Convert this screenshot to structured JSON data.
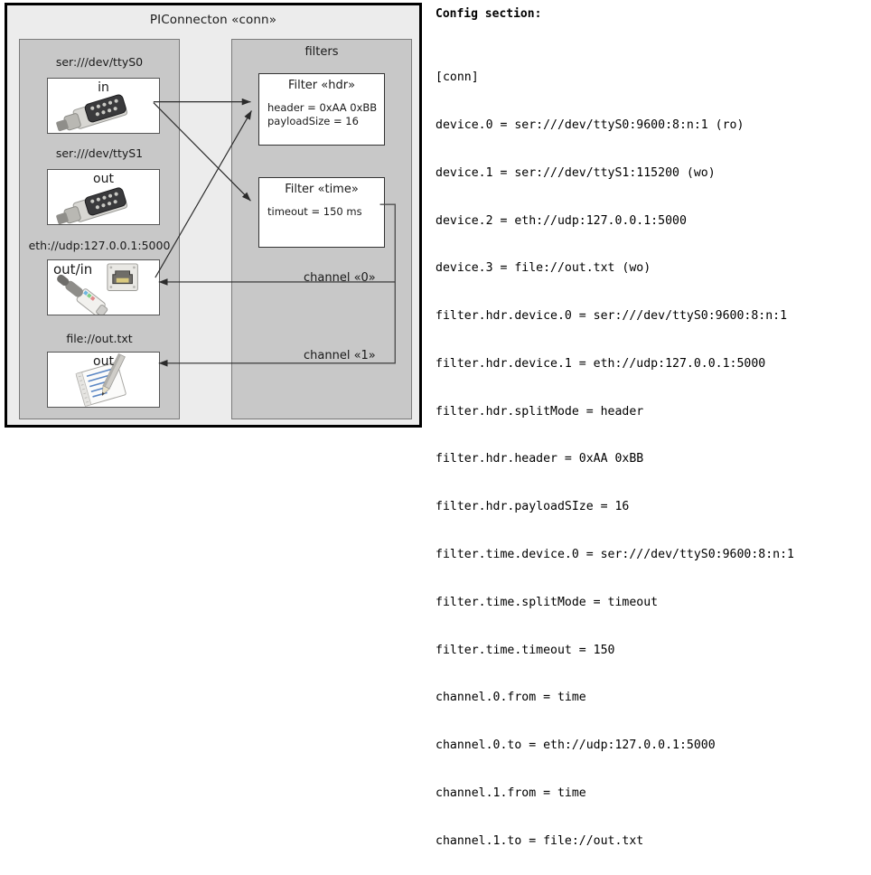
{
  "diagram": {
    "title": "PIConnecton «conn»",
    "devices_group": {
      "label": ""
    },
    "filters_group": {
      "label": "filters"
    },
    "devices": [
      {
        "caption": "ser:///dev/ttyS0",
        "direction": "in",
        "icon": "serial-db9-connector-icon"
      },
      {
        "caption": "ser:///dev/ttyS1",
        "direction": "out",
        "icon": "serial-db9-connector-icon"
      },
      {
        "caption": "eth://udp:127.0.0.1:5000",
        "direction": "out/in",
        "icon": "ethernet-rj45-icon"
      },
      {
        "caption": "file://out.txt",
        "direction": "out",
        "icon": "text-file-icon"
      }
    ],
    "filters": [
      {
        "title": "Filter «hdr»",
        "props": [
          "header = 0xAA 0xBB",
          "payloadSize = 16"
        ]
      },
      {
        "title": "Filter «time»",
        "props": [
          "timeout = 150 ms"
        ]
      }
    ],
    "channels": [
      {
        "label": "channel «0»"
      },
      {
        "label": "channel «1»"
      }
    ]
  },
  "config": {
    "heading": "Config section:",
    "lines": [
      "[conn]",
      "device.0 = ser:///dev/ttyS0:9600:8:n:1 (ro)",
      "device.1 = ser:///dev/ttyS1:115200 (wo)",
      "device.2 = eth://udp:127.0.0.1:5000",
      "device.3 = file://out.txt (wo)",
      "filter.hdr.device.0 = ser:///dev/ttyS0:9600:8:n:1",
      "filter.hdr.device.1 = eth://udp:127.0.0.1:5000",
      "filter.hdr.splitMode = header",
      "filter.hdr.header = 0xAA 0xBB",
      "filter.hdr.payloadSIze = 16",
      "filter.time.device.0 = ser:///dev/ttyS0:9600:8:n:1",
      "filter.time.splitMode = timeout",
      "filter.time.timeout = 150",
      "channel.0.from = time",
      "channel.0.to = eth://udp:127.0.0.1:5000",
      "channel.1.from = time",
      "channel.1.to = file://out.txt"
    ]
  },
  "colors": {
    "outer_border": "#000000",
    "page_background": "#ececec",
    "group_fill": "#c8c8c8",
    "group_border": "#7a7a7a",
    "card_fill": "#ffffff",
    "wire": "#2b2b2b"
  }
}
